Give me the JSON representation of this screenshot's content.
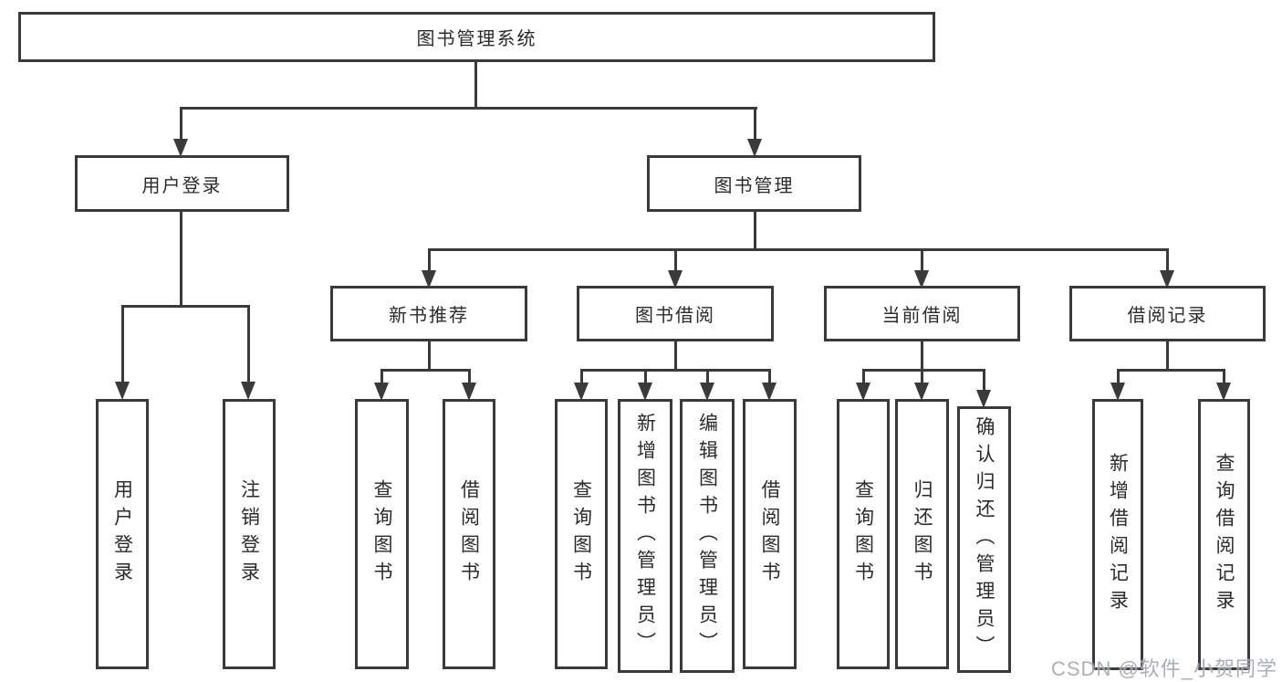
{
  "diagram": {
    "title": "图书管理系统",
    "colors": {
      "line": "#3a3a3a",
      "border": "#3a3a3a",
      "text": "#2b2b2b",
      "box_background": "#ffffff",
      "watermark": "#a3a6ad"
    },
    "tree": {
      "root": {
        "label": "图书管理系统"
      },
      "user_login": {
        "label": "用户登录",
        "children": [
          {
            "label": "用户登录"
          },
          {
            "label": "注销登录"
          }
        ]
      },
      "book_management": {
        "label": "图书管理",
        "branches": {
          "new_book_recommend": {
            "label": "新书推荐",
            "children": [
              {
                "label": "查询图书"
              },
              {
                "label": "借阅图书"
              }
            ]
          },
          "book_borrow": {
            "label": "图书借阅",
            "children": [
              {
                "label": "查询图书"
              },
              {
                "label": "新增图书（管理员）"
              },
              {
                "label": "编辑图书（管理员）"
              },
              {
                "label": "借阅图书"
              }
            ]
          },
          "current_borrow": {
            "label": "当前借阅",
            "children": [
              {
                "label": "查询图书"
              },
              {
                "label": "归还图书"
              },
              {
                "label": "确认归还（管理员）"
              }
            ]
          },
          "borrow_records": {
            "label": "借阅记录",
            "children": [
              {
                "label": "新增借阅记录"
              },
              {
                "label": "查询借阅记录"
              }
            ]
          }
        }
      }
    },
    "watermark_text": "CSDN @软件_小贺同学"
  }
}
